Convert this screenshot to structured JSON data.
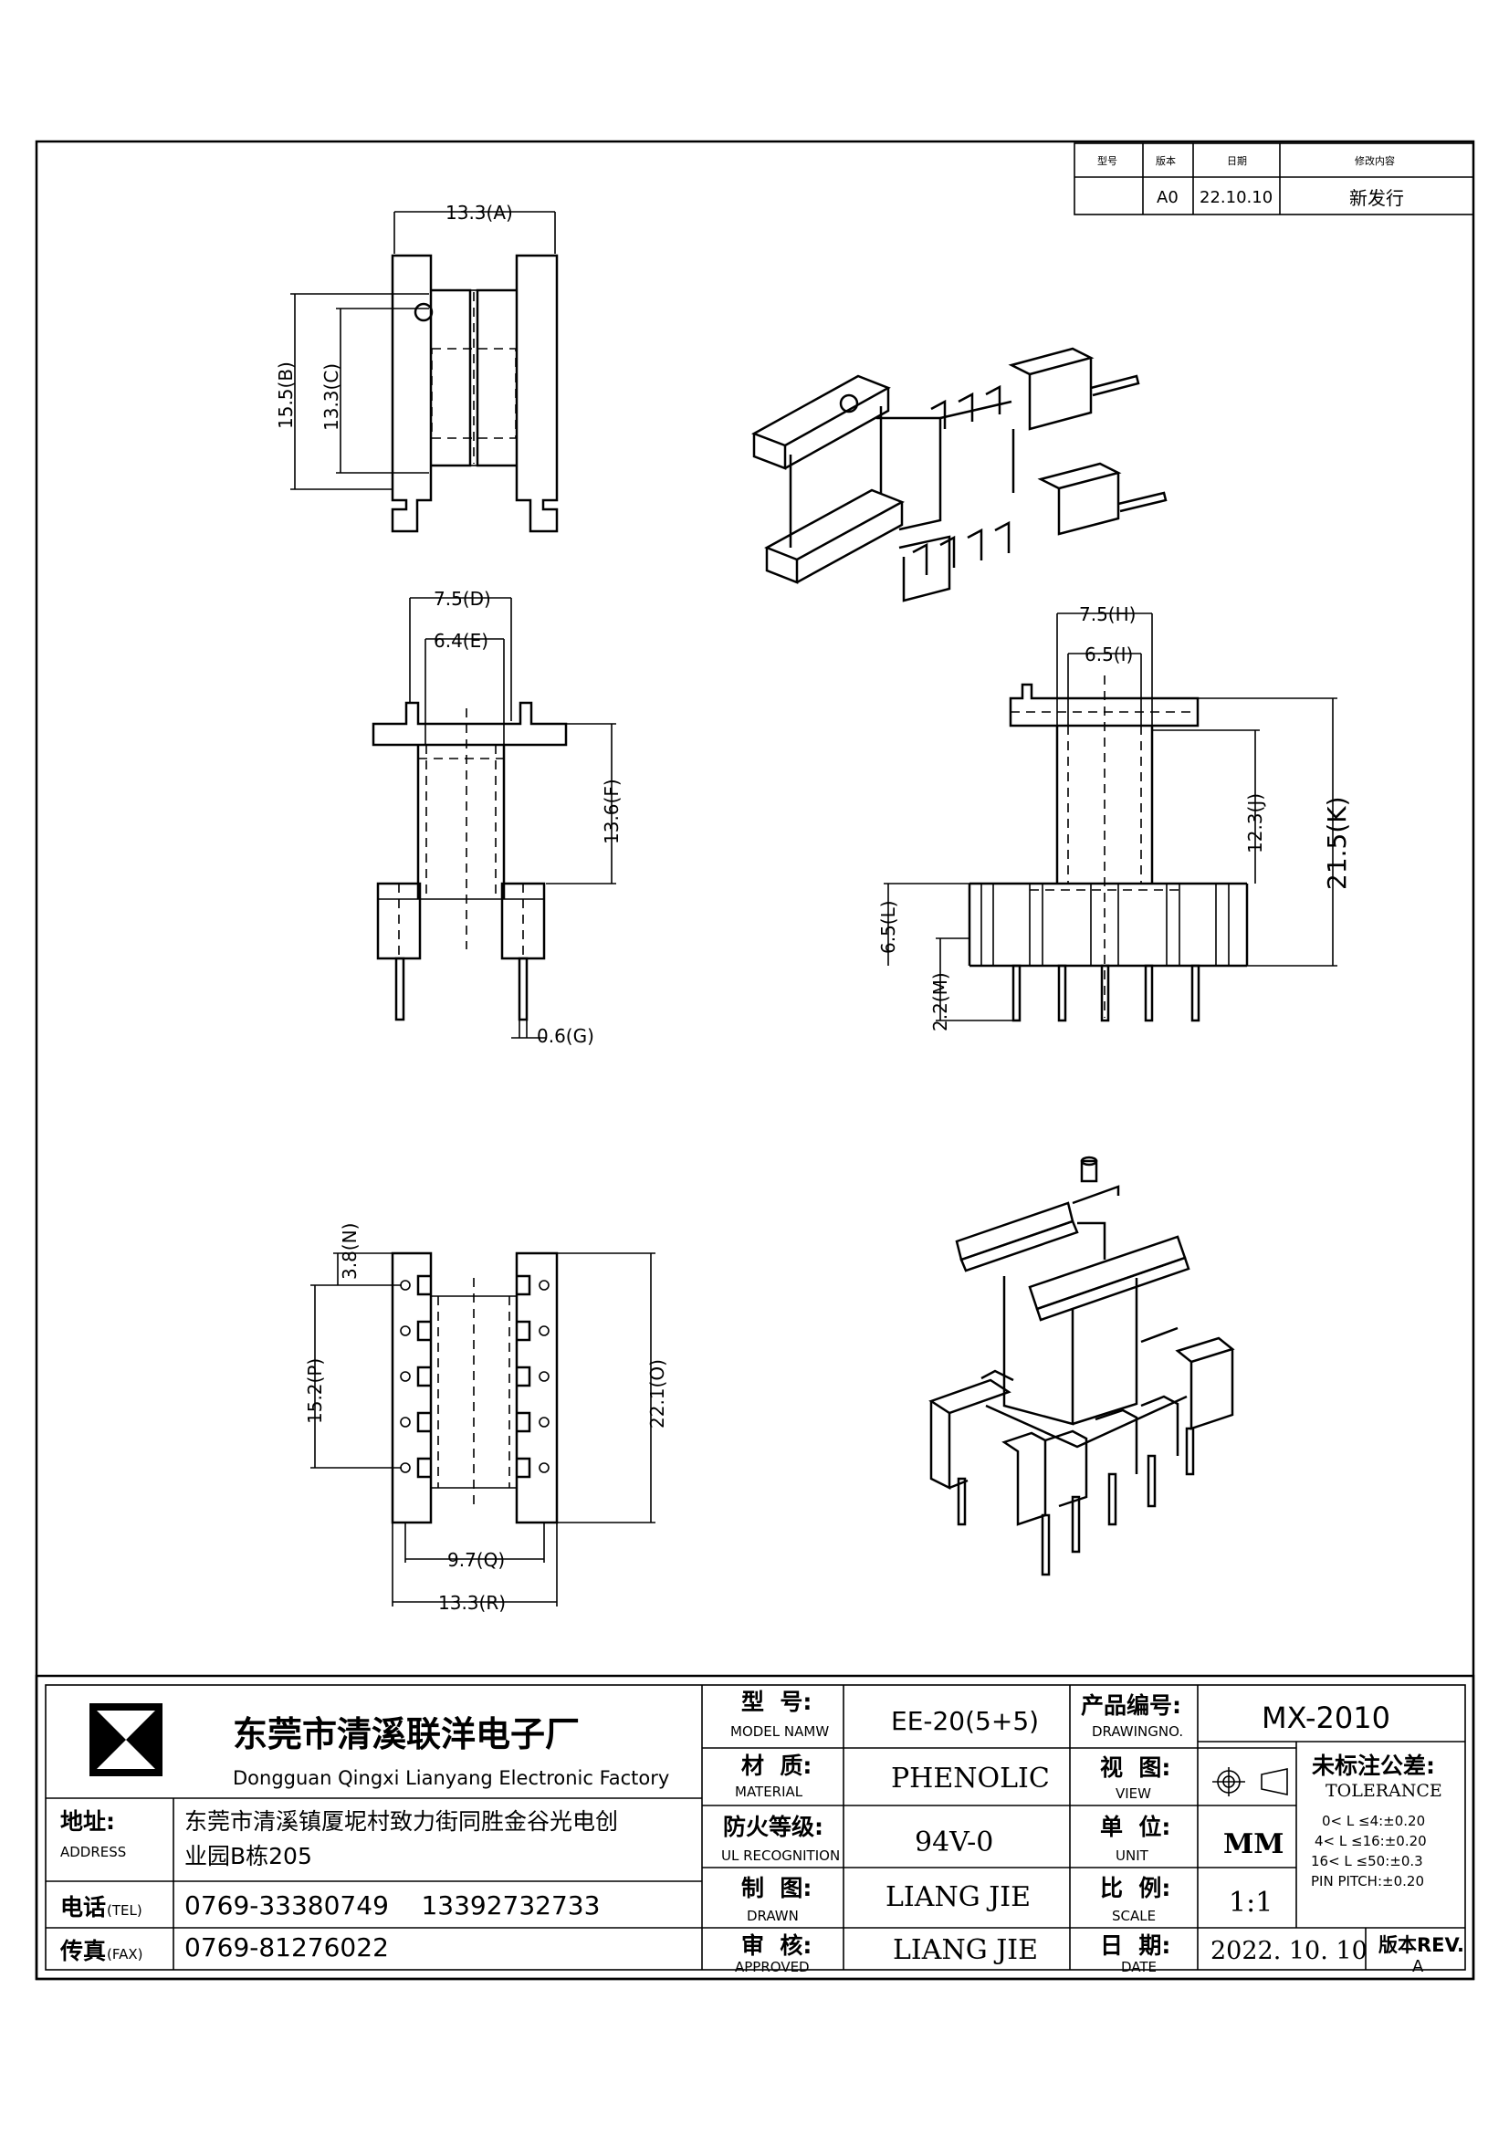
{
  "revision_table": {
    "headers": [
      "型号",
      "版本",
      "日期",
      "修改内容"
    ],
    "row": [
      "",
      "A0",
      "22.10.10",
      "新发行"
    ]
  },
  "dimensions": {
    "A": "13.3(A)",
    "B": "15.5(B)",
    "C": "13.3(C)",
    "D": "7.5(D)",
    "E": "6.4(E)",
    "F": "13.6(F)",
    "G": "0.6(G)",
    "H": "7.5(H)",
    "I": "6.5(I)",
    "J": "12.3(J)",
    "K": "21.5(K)",
    "L": "6.5(L)",
    "M": "2.2(M)",
    "N": "3.8(N)",
    "O": "22.1(O)",
    "P": "15.2(P)",
    "Q": "9.7(Q)",
    "R": "13.3(R)"
  },
  "title_block": {
    "company_cn": "东莞市清溪联洋电子厂",
    "company_en": "Dongguan Qingxi Lianyang Electronic Factory",
    "address_label_cn": "地址:",
    "address_label_en": "ADDRESS",
    "address_line1": "东莞市清溪镇厦坭村致力街同胜金谷光电创",
    "address_line2": "业园B栋205",
    "tel_label_cn": "电话",
    "tel_label_en": "(TEL)",
    "tel_value": "0769-33380749    13392732733",
    "fax_label_cn": "传真",
    "fax_label_en": "(FAX)",
    "fax_value": "0769-81276022",
    "model_label_cn": "型  号:",
    "model_label_en": "MODEL NAMW",
    "model_value": "EE-20(5+5)",
    "material_label_cn": "材  质:",
    "material_label_en": "MATERIAL",
    "material_value": "PHENOLIC",
    "ul_label_cn": "防火等级:",
    "ul_label_en": "UL RECOGNITION",
    "ul_value": "94V-0",
    "drawn_label_cn": "制  图:",
    "drawn_label_en": "DRAWN",
    "drawn_value": "LIANG JIE",
    "approved_label_cn": "审  核:",
    "approved_label_en": "APPROVED",
    "approved_value": "LIANG JIE",
    "drawingno_label_cn": "产品编号:",
    "drawingno_label_en": "DRAWINGNO.",
    "drawingno_value": "MX-2010",
    "view_label_cn": "视  图:",
    "view_label_en": "VIEW",
    "unit_label_cn": "单  位:",
    "unit_label_en": "UNIT",
    "unit_value": "MM",
    "scale_label_cn": "比  例:",
    "scale_label_en": "SCALE",
    "scale_value": "1:1",
    "date_label_cn": "日  期:",
    "date_label_en": "DATE",
    "date_value": "2022. 10. 10",
    "tolerance_cn": "未标注公差:",
    "tolerance_en": "TOLERANCE",
    "tolerance_lines": [
      "0< L ≤4:±0.20",
      "4< L ≤16:±0.20",
      "16< L ≤50:±0.3",
      "PIN PITCH:±0.20"
    ],
    "rev_label_cn": "版本REV.",
    "rev_value": "A"
  }
}
